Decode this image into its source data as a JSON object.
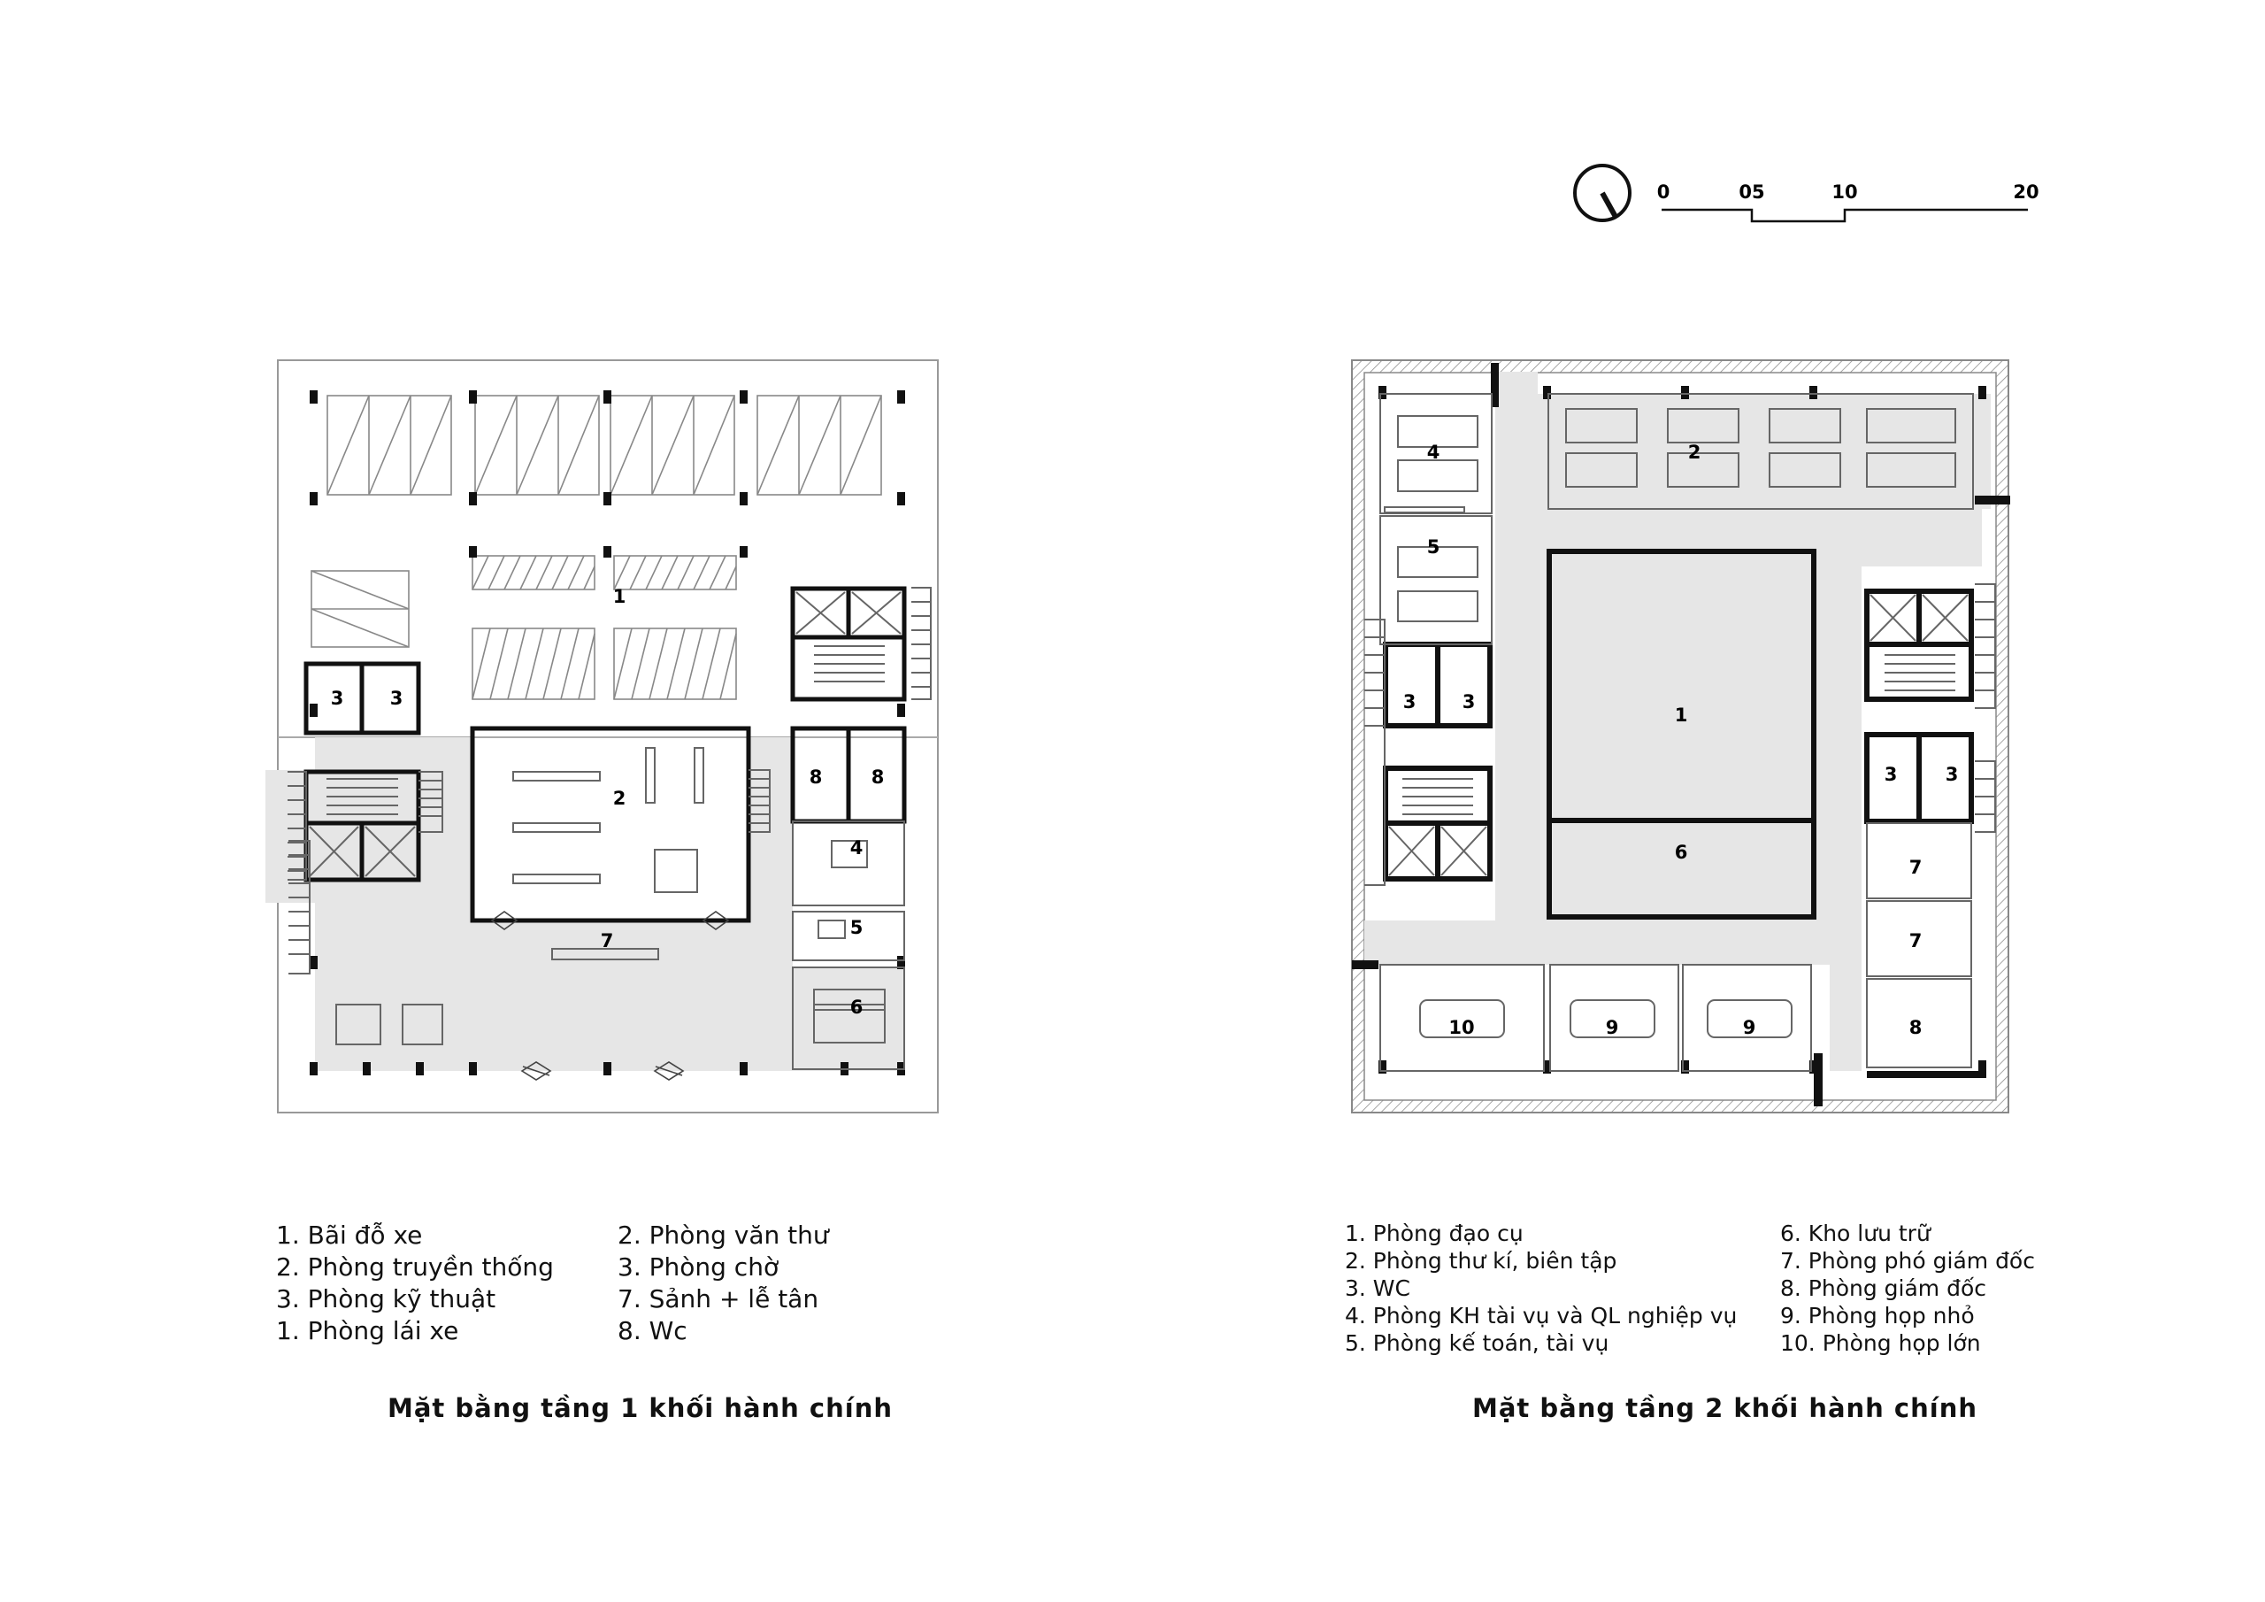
{
  "scale_bar": {
    "ticks": [
      "0",
      "05",
      "10",
      "20"
    ]
  },
  "plan1": {
    "labels": {
      "parking": "1",
      "room2": "2",
      "wait_a": "3",
      "wait_b": "3",
      "room4": "4",
      "room5": "5",
      "room6": "6",
      "lobby": "7",
      "wc_a": "8",
      "wc_b": "8"
    },
    "legend_left": [
      "1.  Bãi đỗ xe",
      "2. Phòng truyền thống",
      "3. Phòng kỹ thuật",
      "1.  Phòng lái xe"
    ],
    "legend_right": [
      "2. Phòng văn thư",
      "3. Phòng chờ",
      "7.  Sảnh + lễ tân",
      "8. Wc"
    ],
    "caption": "Mặt bằng tầng 1 khối hành chính"
  },
  "plan2": {
    "labels": {
      "room1": "1",
      "room2": "2",
      "wc_a": "3",
      "wc_b": "3",
      "wc_c": "3",
      "wc_d": "3",
      "room4": "4",
      "room5": "5",
      "room6": "6",
      "room7a": "7",
      "room7b": "7",
      "room8": "8",
      "room9a": "9",
      "room9b": "9",
      "room10": "10"
    },
    "legend_left": [
      "1.  Phòng đạo cụ",
      "2. Phòng thư kí, biên tập",
      "3. WC",
      "4. Phòng KH tài vụ và QL nghiệp vụ",
      "5. Phòng kế toán, tài vụ"
    ],
    "legend_right": [
      "6. Kho lưu trữ",
      "7. Phòng phó giám đốc",
      "8. Phòng giám đốc",
      "9. Phòng họp nhỏ",
      "10. Phòng họp lớn"
    ],
    "caption": "Mặt bằng tầng 2 khối hành chính"
  },
  "colors": {
    "wall": "#111111",
    "circulation": "#e6e6e6",
    "line": "#888888"
  }
}
